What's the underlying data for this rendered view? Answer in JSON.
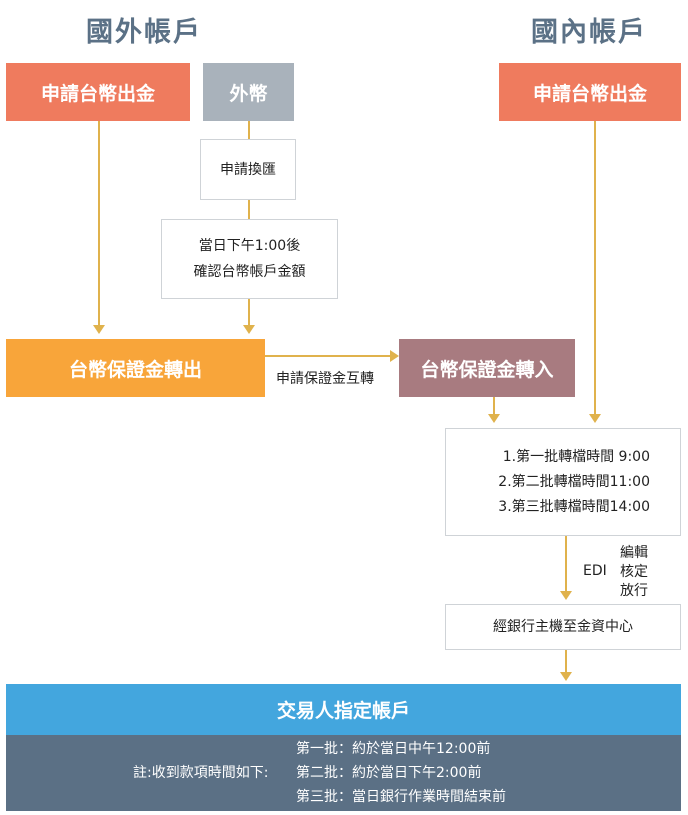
{
  "headers": {
    "foreign": "國外帳戶",
    "domestic": "國內帳戶"
  },
  "boxes": {
    "apply_twd_out_left": "申請台幣出金",
    "foreign_currency": "外幣",
    "apply_exchange": "申請換匯",
    "confirm_line1": "當日下午1:00後",
    "confirm_line2": "確認台幣帳戶金額",
    "apply_twd_out_right": "申請台幣出金",
    "margin_out": "台幣保證金轉出",
    "margin_in": "台幣保證金轉入",
    "batch1": "1.第一批轉檔時間 9:00",
    "batch2": "2.第二批轉檔時間11:00",
    "batch3": "3.第三批轉檔時間14:00",
    "bank_host": "經銀行主機至金資中心",
    "designated_account": "交易人指定帳戶"
  },
  "labels": {
    "mutual_transfer": "申請保證金互轉",
    "edi": "EDI",
    "edi_steps": [
      "編輯",
      "核定",
      "放行"
    ]
  },
  "notes": {
    "prefix": "註:收到款項時間如下:",
    "lines": [
      "第一批：約於當日中午12:00前",
      "第二批：約於當日下午2:00前",
      "第三批：當日銀行作業時間結束前"
    ]
  },
  "colors": {
    "header_text": "#5b7186",
    "apply_box": "#ef7b5e",
    "foreign_box": "#a9b2bb",
    "margin_out": "#f8a53a",
    "margin_in": "#a87b80",
    "account_bar": "#43a6de",
    "notes_bar": "#5b7085",
    "arrow": "#e0b24c"
  }
}
